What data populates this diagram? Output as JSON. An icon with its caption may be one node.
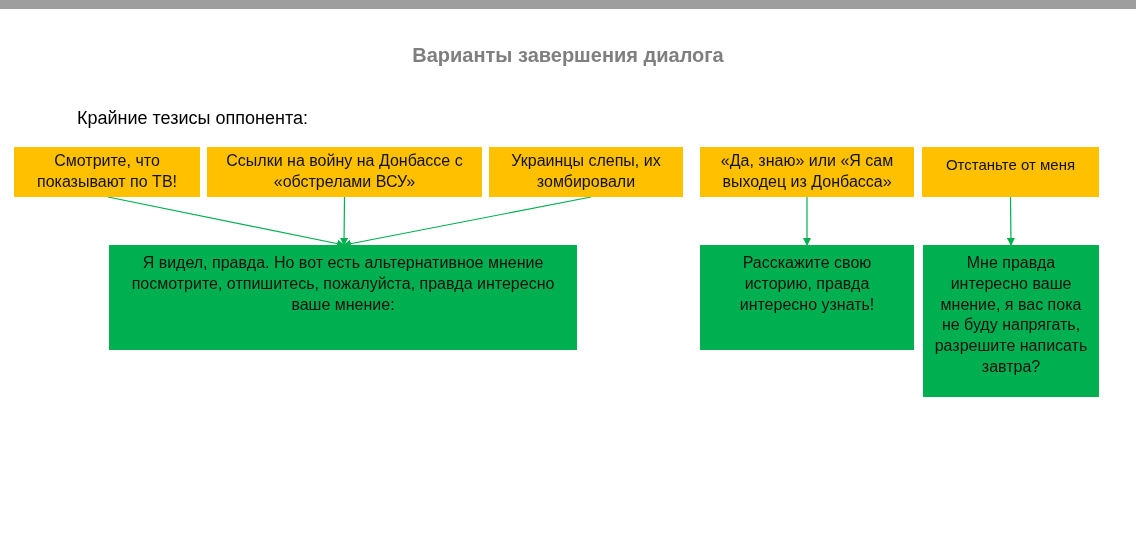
{
  "diagram": {
    "title": "Варианты завершения диалога",
    "nodes": [
      {
        "text": [
          "Смотрите, что показывают по ТВ!"
        ]
      },
      {
        "text": [
          "Ссылки на войну на Донбассе с «обстрелами ВСУ»"
        ]
      },
      {
        "text": [
          "Украинцы слепы, их зомбировали"
        ]
      },
      {
        "text": [
          "«Да, знаю» или «Я сам выходец из Донбасса»"
        ]
      },
      {
        "text": [
          "Отстаньте от меня"
        ]
      },
      {
        "text": [
          "Я видел, правда. Но вот есть альтернативное мнение посмотрите, отпишитесь, пожалуйста, правда интересно ваше мнение:"
        ]
      },
      {
        "text": [
          "Расскажите свою историю, правда интересно узнать!"
        ]
      },
      {
        "text": [
          "Мне правда интересно ваше мнение, я вас пока не буду напрягать, разрешите написать завтра?"
        ]
      }
    ],
    "edges": [
      {
        "from": 0,
        "to": 5,
        "arrow": "to"
      },
      {
        "from": 1,
        "to": 5,
        "arrow": "to"
      },
      {
        "from": 2,
        "to": 5,
        "arrow": "to"
      },
      {
        "from": 3,
        "to": 6,
        "arrow": "to"
      },
      {
        "from": 4,
        "to": 7,
        "arrow": "to"
      }
    ],
    "labels": [
      "Крайние тезисы оппонента:"
    ]
  }
}
